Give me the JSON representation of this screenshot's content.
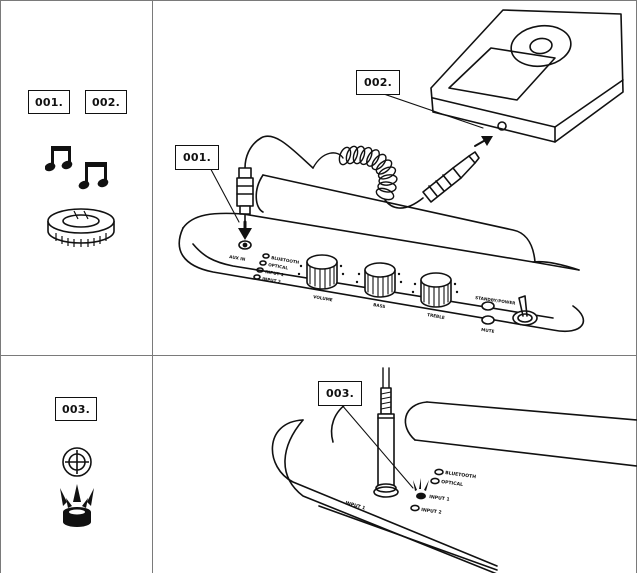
{
  "step_labels": {
    "left_top_1": "001.",
    "left_top_2": "002.",
    "left_bottom": "003.",
    "diagram_player": "002.",
    "diagram_cable": "001.",
    "diagram_insert": "003."
  },
  "panel_labels": {
    "top_inputs": [
      "BLUETOOTH",
      "OPTICAL",
      "INPUT 1",
      "INPUT 2"
    ],
    "top_knobs": [
      "VOLUME",
      "BASS",
      "TREBLE"
    ],
    "top_aux": "AUX IN",
    "top_right_button": "STANDBY/POWER",
    "top_mute": "MUTE",
    "bottom_inputs": [
      "BLUETOOTH",
      "OPTICAL",
      "INPUT 1",
      "INPUT 2"
    ],
    "bottom_port": "INPUT 1"
  },
  "icons": {
    "music": "music-notes-icon",
    "nut": "lock-nut-icon",
    "target": "crosshair-connector-icon",
    "light": "indicator-light-icon"
  },
  "colors": {
    "line": "#111111",
    "background": "#ffffff",
    "grid": "#7a7a7a"
  }
}
